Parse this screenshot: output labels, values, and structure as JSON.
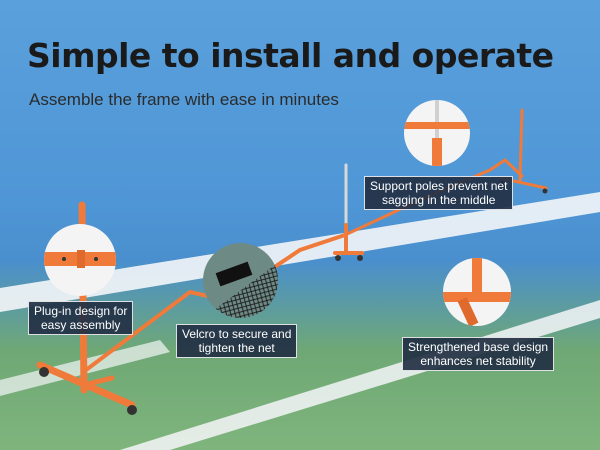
{
  "headline": "Simple to install and operate",
  "subheadline": "Assemble the frame with ease in minutes",
  "callouts": {
    "plug_in": [
      "Plug-in design for",
      "easy assembly"
    ],
    "velcro": [
      "Velcro to secure and",
      "tighten the net"
    ],
    "support_poles": [
      "Support poles prevent net",
      "sagging in the middle"
    ],
    "base": [
      "Strengthened base design",
      "enhances net stability"
    ]
  },
  "colors": {
    "frame_orange": "#f07a3a",
    "sky_blue": "#4f96d6",
    "court_green": "#7fb57d",
    "label_bg": "#223044"
  }
}
